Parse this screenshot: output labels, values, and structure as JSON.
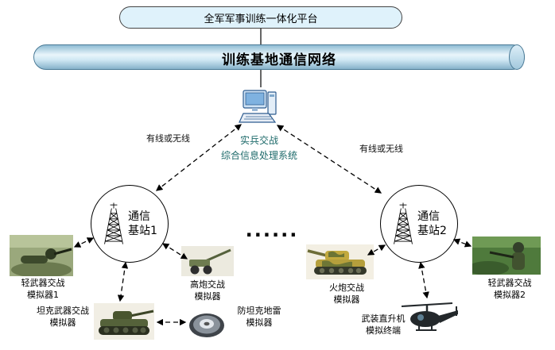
{
  "platform": {
    "label": "全军军事训练一体化平台"
  },
  "network": {
    "label": "训练基地通信网络"
  },
  "processing_system": {
    "label": "实兵交战\n综合信息处理系统"
  },
  "links": {
    "left": "有线或无线",
    "right": "有线或无线"
  },
  "stations": {
    "left": {
      "label": "通信\n基站1"
    },
    "right": {
      "label": "通信\n基站2"
    }
  },
  "separator": "......",
  "simulators": {
    "light_weapon_1": {
      "label": "轻武器交战\n模拟器1"
    },
    "aa_gun": {
      "label": "高炮交战\n模拟器"
    },
    "tank": {
      "label": "坦克武器交战\n模拟器"
    },
    "mine": {
      "label": "防坦克地雷\n模拟器"
    },
    "artillery": {
      "label": "火炮交战\n模拟器"
    },
    "helicopter": {
      "label": "武装直升机\n模拟终端"
    },
    "light_weapon_2": {
      "label": "轻武器交战\n模拟器2"
    }
  },
  "colors": {
    "platform_fill": "#dff2fb",
    "cylinder_fill": "#aecfe2",
    "system_label_text": "#1d6a6a",
    "connector": "#000000"
  }
}
